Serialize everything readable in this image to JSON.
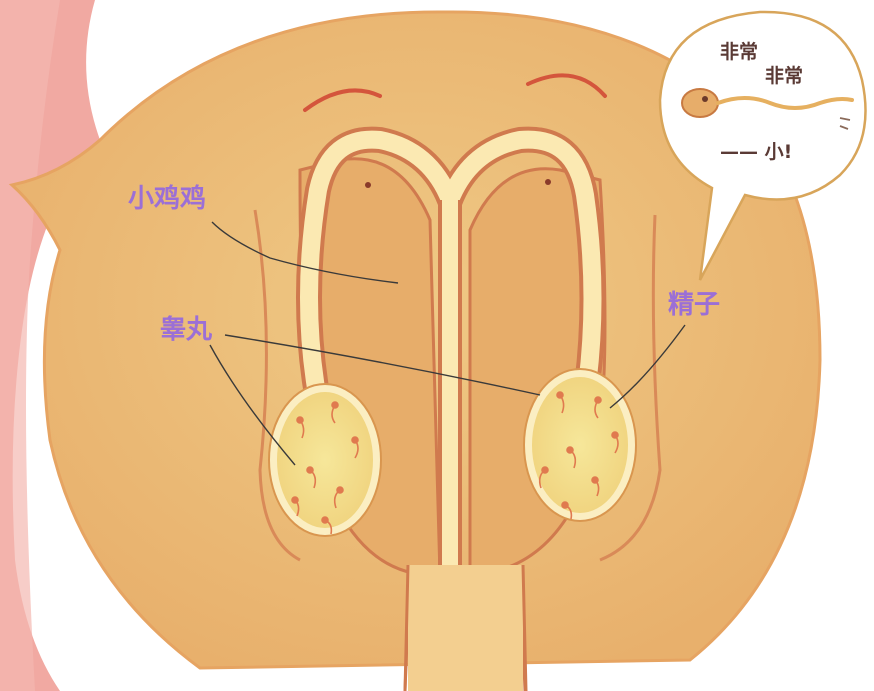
{
  "labels": {
    "penis": "小鸡鸡",
    "testis": "睾丸",
    "sperm": "精子"
  },
  "bubble": {
    "line1": "非常",
    "line2": "非常",
    "line3": "—— 小!"
  },
  "colors": {
    "label": "#9b6fd6",
    "bubble_text": "#5a3a35",
    "body_fill": "#edc07c",
    "outline": "#d07a4e",
    "duct": "#fbe9b2",
    "testis_fill": "#f3df8c",
    "skin": "#ef9a92"
  }
}
